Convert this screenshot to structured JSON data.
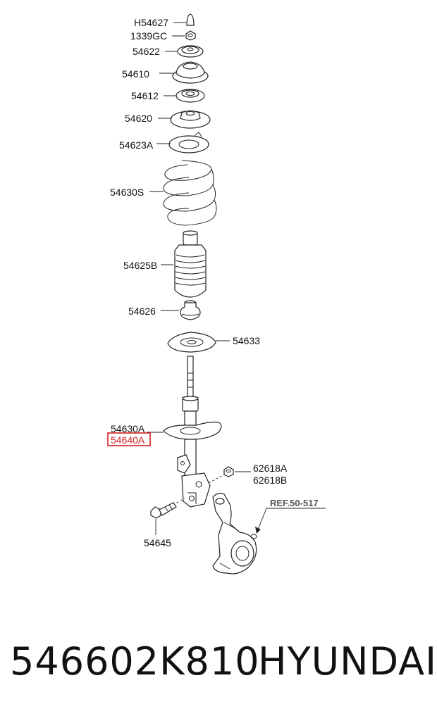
{
  "diagram": {
    "labels": {
      "h54627": "H54627",
      "l1339gc": "1339GC",
      "l54622": "54622",
      "l54610": "54610",
      "l54612": "54612",
      "l54620": "54620",
      "l54623a": "54623A",
      "l54630s": "54630S",
      "l54625b": "54625B",
      "l54626": "54626",
      "l54633": "54633",
      "l54630a": "54630A",
      "l54640a": "54640A",
      "l62618a": "62618A",
      "l62618b": "62618B",
      "l54645": "54645",
      "ref": "REF.50-517"
    },
    "highlight_color": "#d62020"
  },
  "footer": {
    "part_number": "546602K810",
    "brand": "HYUNDAI"
  }
}
